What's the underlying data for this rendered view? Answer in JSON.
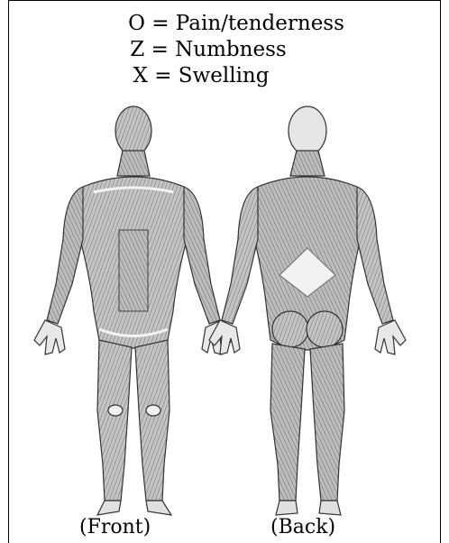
{
  "legend": {
    "pain": "O = Pain/tenderness",
    "numbness": "Z = Numbness",
    "swelling": "X = Swelling"
  },
  "captions": {
    "front": "(Front)",
    "back": "(Back)"
  },
  "colors": {
    "ink": "#000000",
    "muscle": "#b8b8b8",
    "muscle_dark": "#6e6e6e",
    "highlight": "#f2f2f2"
  }
}
